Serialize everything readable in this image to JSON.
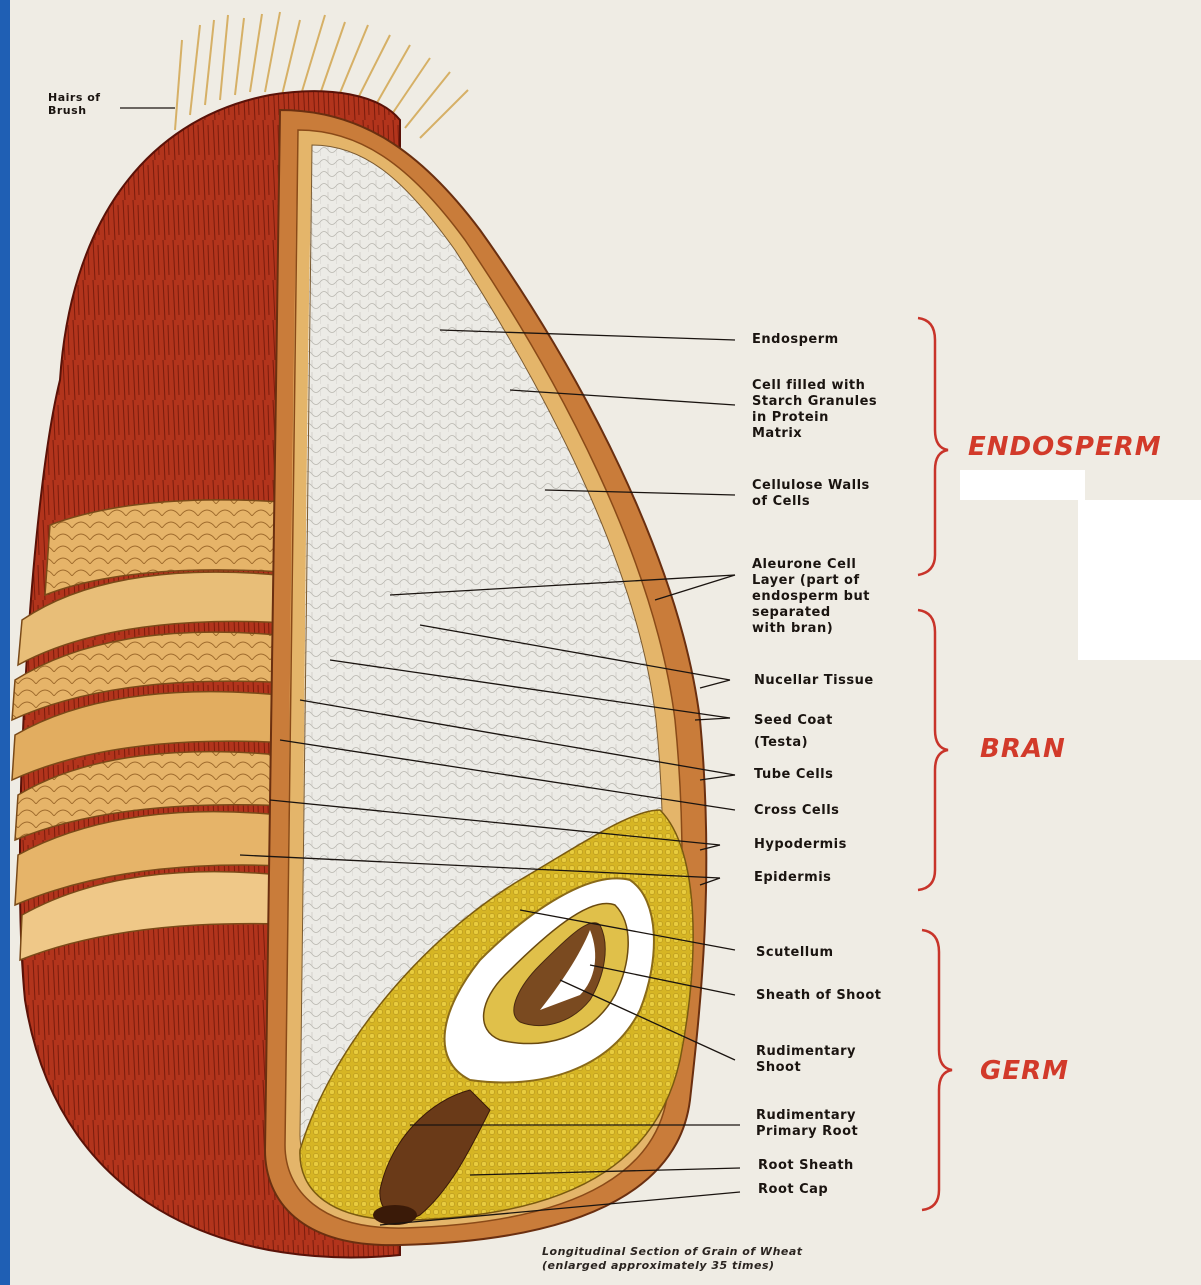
{
  "diagram": {
    "labels": {
      "hairs_of_brush": "Hairs of\nBrush",
      "endosperm_tissue": "Endosperm",
      "starch_cell": "Cell filled with\nStarch Granules\nin Protein\nMatrix",
      "cellulose_walls": "Cellulose Walls\nof Cells",
      "aleurone": "Aleurone Cell\nLayer (part of\nendosperm but\nseparated\nwith bran)",
      "nucellar": "Nucellar Tissue",
      "seed_coat": "Seed Coat\n(Testa)",
      "tube_cells": "Tube Cells",
      "cross_cells": "Cross Cells",
      "hypodermis": "Hypodermis",
      "epidermis": "Epidermis",
      "scutellum": "Scutellum",
      "sheath_of_shoot": "Sheath of Shoot",
      "rudimentary_shoot": "Rudimentary\nShoot",
      "rudimentary_root": "Rudimentary\nPrimary Root",
      "root_sheath": "Root Sheath",
      "root_cap": "Root Cap"
    },
    "sections": {
      "endosperm": "ENDOSPERM",
      "bran": "BRAN",
      "germ": "GERM"
    },
    "caption": "Longitudinal Section of Grain of Wheat\n(enlarged approximately 35 times)"
  }
}
